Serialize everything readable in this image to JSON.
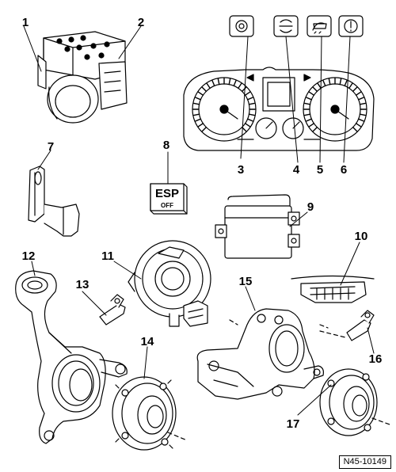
{
  "diagram": {
    "callouts": {
      "c1": "1",
      "c2": "2",
      "c3": "3",
      "c4": "4",
      "c5": "5",
      "c6": "6",
      "c7": "7",
      "c8": "8",
      "c9": "9",
      "c10": "10",
      "c11": "11",
      "c12": "12",
      "c13": "13",
      "c14": "14",
      "c15": "15",
      "c16": "16",
      "c17": "17"
    },
    "esp_button": {
      "line1": "ESP",
      "line2": "OFF"
    },
    "reference_code": "N45-10149"
  }
}
